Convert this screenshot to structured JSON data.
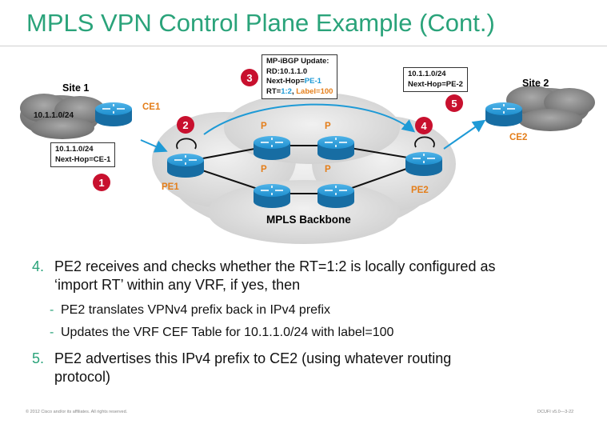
{
  "title": "MPLS VPN Control Plane Example (Cont.)",
  "diagram": {
    "site1": "Site 1",
    "site2": "Site 2",
    "site1_prefix": "10.1.1.0/24",
    "ce1": "CE1",
    "ce2": "CE2",
    "pe1": "PE1",
    "pe2": "PE2",
    "p": "P",
    "backbone": "MPLS Backbone",
    "callout_ce1": {
      "line1": "10.1.1.0/24",
      "line2": "Next-Hop=CE-1"
    },
    "callout_bgp": {
      "line1": "MP-iBGP Update:",
      "line2": "RD:10.1.1.0",
      "line3_prefix": "Next-Hop=",
      "line3_value": "PE-1",
      "line4_prefix": "RT=",
      "line4_rt": "1:2",
      "line4_sep": ", ",
      "line4_label": "Label=100"
    },
    "callout_pe2": {
      "line1": "10.1.1.0/24",
      "line2": "Next-Hop=PE-2"
    },
    "steps": [
      "1",
      "2",
      "3",
      "4",
      "5"
    ]
  },
  "text": {
    "item4_num": "4.",
    "item4": "PE2 receives and checks whether the RT=1:2 is locally configured as",
    "item4_cont": "‘import RT’ within any VRF, if yes, then",
    "sub1": "PE2 translates VPNv4 prefix back in IPv4 prefix",
    "sub2": "Updates the VRF CEF Table for 10.1.1.0/24 with label=100",
    "dash": "-",
    "item5_num": "5.",
    "item5": "PE2 advertises this IPv4 prefix to CE2 (using whatever routing",
    "item5_cont": "protocol)"
  },
  "footer": {
    "left": "© 2012 Cisco and/or its affiliates. All rights reserved.",
    "right": "DCUFI v5.0—3-22"
  },
  "colors": {
    "title": "#2aa37a",
    "router": "#1e8fcf",
    "step_badge": "#c8102e",
    "orange": "#e47e1a",
    "blue": "#1e9ad6",
    "cloud": "#d9d9d9",
    "gray_cloud": "#8c8c8c"
  }
}
